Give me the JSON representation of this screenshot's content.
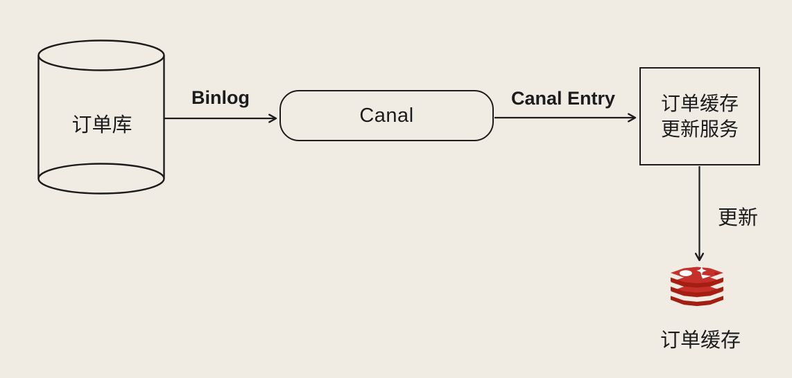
{
  "diagram_title": "order-cache-update-flow",
  "colors": {
    "background": "#f0ebe3",
    "line": "#1c1c1c",
    "redis_red": "#c6302b",
    "redis_dark_red": "#a41e11",
    "redis_white": "#ffffff"
  },
  "nodes": {
    "database": {
      "label": "订单库",
      "shape": "cylinder"
    },
    "canal": {
      "label": "Canal",
      "shape": "rounded-rectangle"
    },
    "service": {
      "label_line1": "订单缓存",
      "label_line2": "更新服务",
      "shape": "rectangle"
    },
    "cache": {
      "label": "订单缓存",
      "icon": "redis-icon"
    }
  },
  "edges": [
    {
      "from": "database",
      "to": "canal",
      "label": "Binlog",
      "direction": "right"
    },
    {
      "from": "canal",
      "to": "service",
      "label": "Canal Entry",
      "direction": "right"
    },
    {
      "from": "service",
      "to": "cache",
      "label": "更新",
      "direction": "down"
    }
  ]
}
